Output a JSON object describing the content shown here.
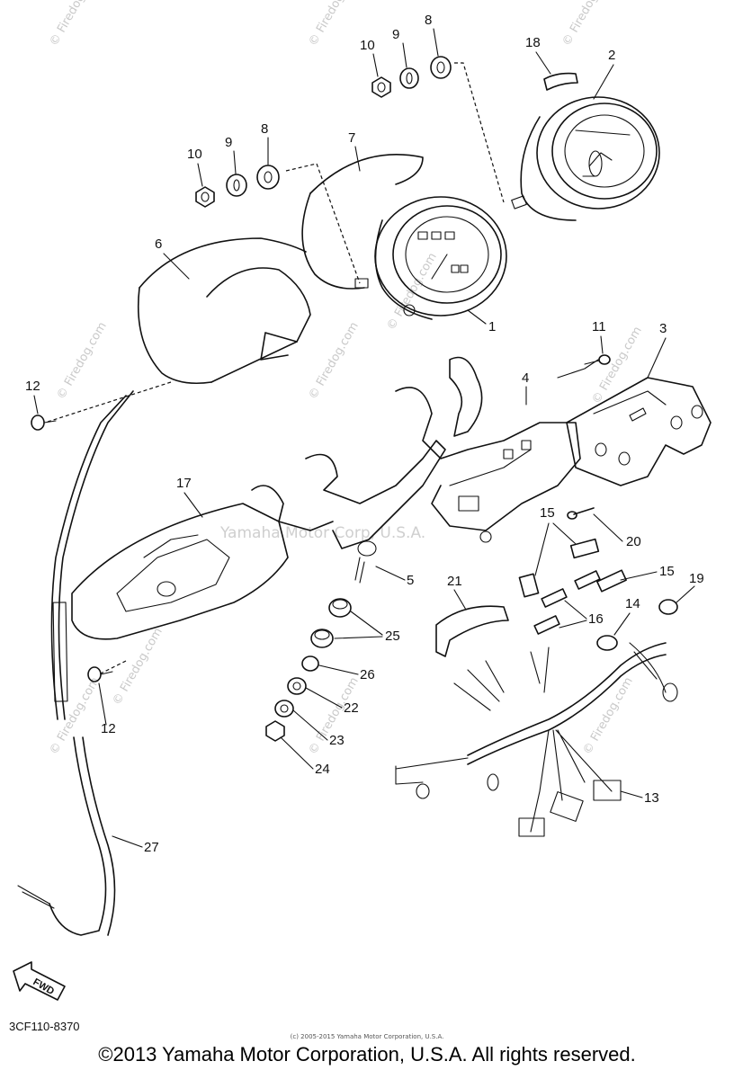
{
  "watermarks": [
    "© Firedog.com",
    "© Firedog.com",
    "© Firedog.com",
    "© Firedog.com",
    "© Firedog.com",
    "© Firedog.com",
    "© Firedog.com",
    "© Firedog.com",
    "© Firedog.com",
    "© Firedog.com",
    "© Firedog.com"
  ],
  "center_watermark": "Yamaha Motor Corp, U.S.A.",
  "parts": {
    "p1": "1",
    "p2": "2",
    "p3": "3",
    "p4": "4",
    "p5": "5",
    "p6": "6",
    "p7": "7",
    "p8a": "8",
    "p8b": "8",
    "p9a": "9",
    "p9b": "9",
    "p10a": "10",
    "p10b": "10",
    "p11": "11",
    "p12a": "12",
    "p12b": "12",
    "p13": "13",
    "p14": "14",
    "p15a": "15",
    "p15b": "15",
    "p16": "16",
    "p17": "17",
    "p18": "18",
    "p19": "19",
    "p20": "20",
    "p21": "21",
    "p22": "22",
    "p23": "23",
    "p24": "24",
    "p25": "25",
    "p26": "26",
    "p27": "27"
  },
  "fwd_label": "FWD",
  "diagram_code": "3CF110-8370",
  "small_copyright": "(c) 2005-2015 Yamaha Motor Corporation, U.S.A.",
  "copyright": "©2013 Yamaha Motor Corporation, U.S.A. All rights reserved."
}
